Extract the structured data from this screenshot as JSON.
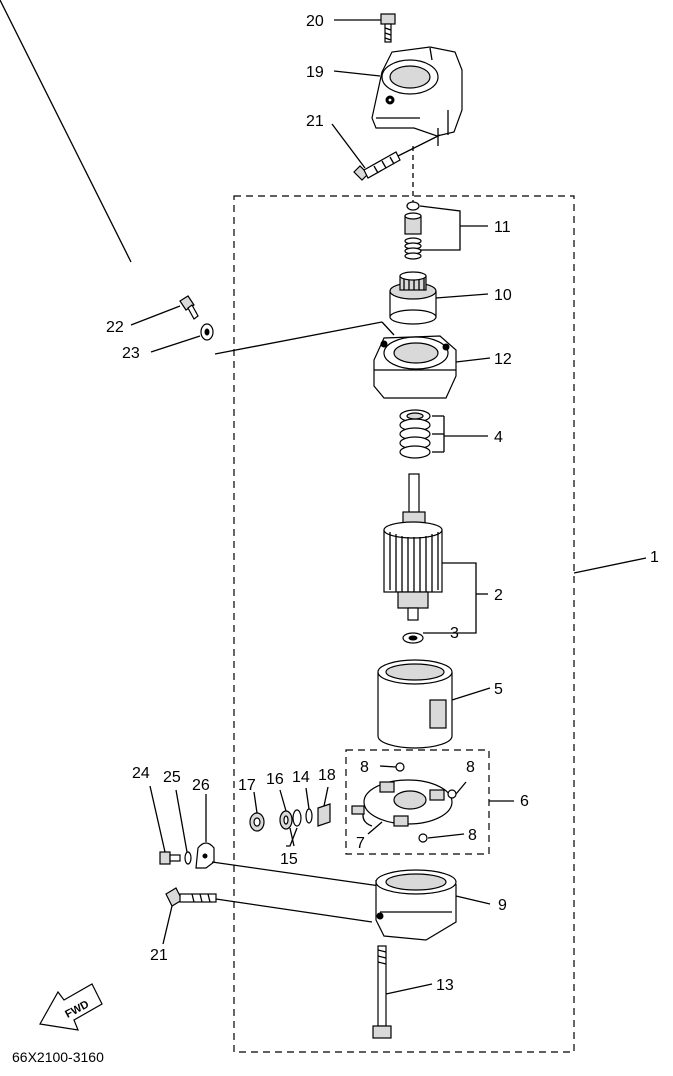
{
  "callouts": {
    "c1": "1",
    "c2": "2",
    "c3": "3",
    "c4": "4",
    "c5": "5",
    "c6": "6",
    "c7": "7",
    "c8a": "8",
    "c8b": "8",
    "c8c": "8",
    "c9": "9",
    "c10": "10",
    "c11": "11",
    "c12": "12",
    "c13": "13",
    "c14": "14",
    "c15": "15",
    "c16": "16",
    "c17": "17",
    "c18": "18",
    "c19": "19",
    "c20": "20",
    "c21a": "21",
    "c21b": "21",
    "c22": "22",
    "c23": "23",
    "c24": "24",
    "c25": "25",
    "c26": "26"
  },
  "fwd_label": "FWD",
  "diagram_code": "66X2100-3160"
}
